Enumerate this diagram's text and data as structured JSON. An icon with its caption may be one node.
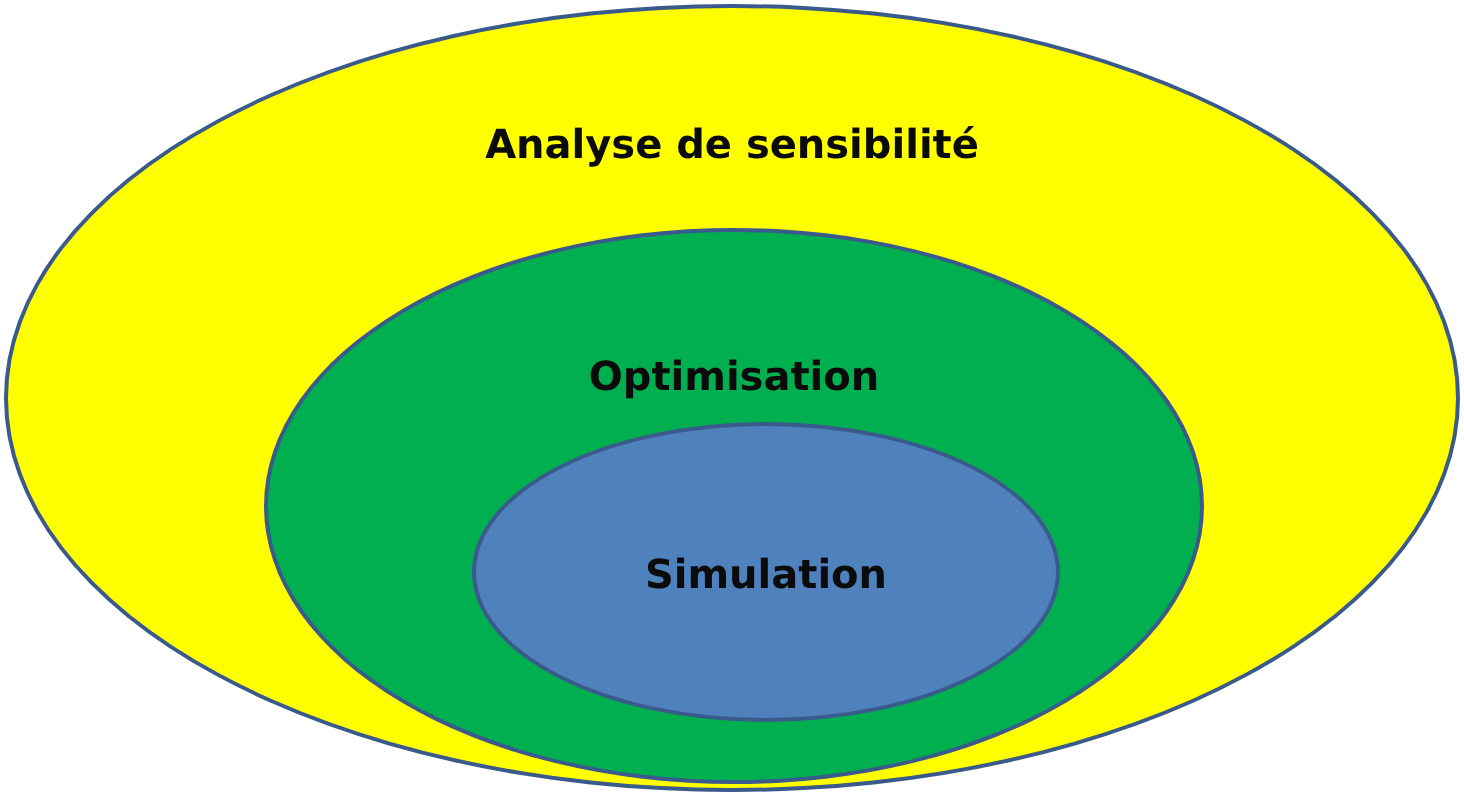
{
  "diagram": {
    "nodes": [
      {
        "text": [
          "Analyse de sensibilité"
        ]
      },
      {
        "text": [
          "Optimisation"
        ],
        "in": 0
      },
      {
        "text": [
          "Simulation"
        ],
        "in": 1
      }
    ]
  }
}
